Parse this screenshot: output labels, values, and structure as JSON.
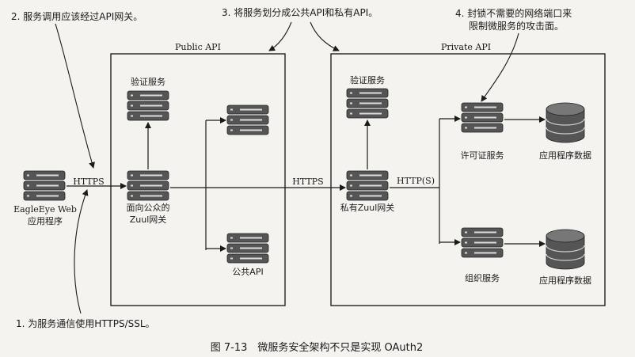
{
  "annotations": {
    "note1": "1. 为服务通信使用HTTPS/SSL。",
    "note2": "2. 服务调用应该经过API网关。",
    "note3": "3. 将服务划分成公共API和私有API。",
    "note4_line1": "4. 封锁不需要的网络端口来",
    "note4_line2": "限制微服务的攻击面。"
  },
  "zones": {
    "public": "Public API",
    "private": "Private API"
  },
  "nodes": {
    "eagleeye_line1": "EagleEye Web",
    "eagleeye_line2": "应用程序",
    "public_auth": "验证服务",
    "public_gateway_line1": "面向公众的",
    "public_gateway_line2": "Zuul网关",
    "public_api": "公共API",
    "private_auth": "验证服务",
    "private_gateway": "私有Zuul网关",
    "license_service": "许可证服务",
    "org_service": "组织服务",
    "db1": "应用程序数据",
    "db2": "应用程序数据"
  },
  "connectors": {
    "https1": "HTTPS",
    "https2": "HTTPS",
    "https3": "HTTP(S)"
  },
  "caption": "图 7-13　微服务安全架构不只是实现 OAuth2"
}
